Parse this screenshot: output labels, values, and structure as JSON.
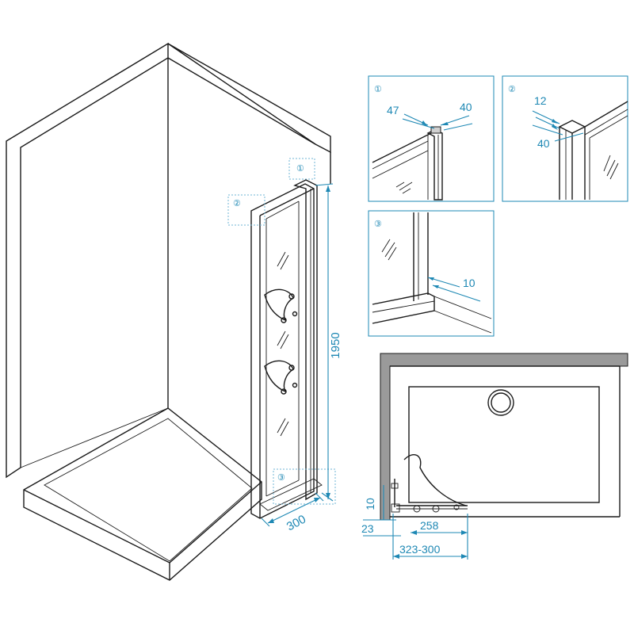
{
  "dimensions": {
    "height": "1950",
    "width": "300",
    "detail1_left": "47",
    "detail1_right": "40",
    "detail2_top": "12",
    "detail2_bottom": "40",
    "detail3": "10",
    "plan_side_offset": "10",
    "plan_bottom_offset": "23",
    "plan_inner_width": "258",
    "plan_outer_width": "323-300"
  },
  "markers": {
    "one": "①",
    "two": "②",
    "three": "③"
  },
  "colors": {
    "dimension": "#1e88b4",
    "line": "#1a1a1a",
    "wall_fill": "#9a9a9a"
  }
}
